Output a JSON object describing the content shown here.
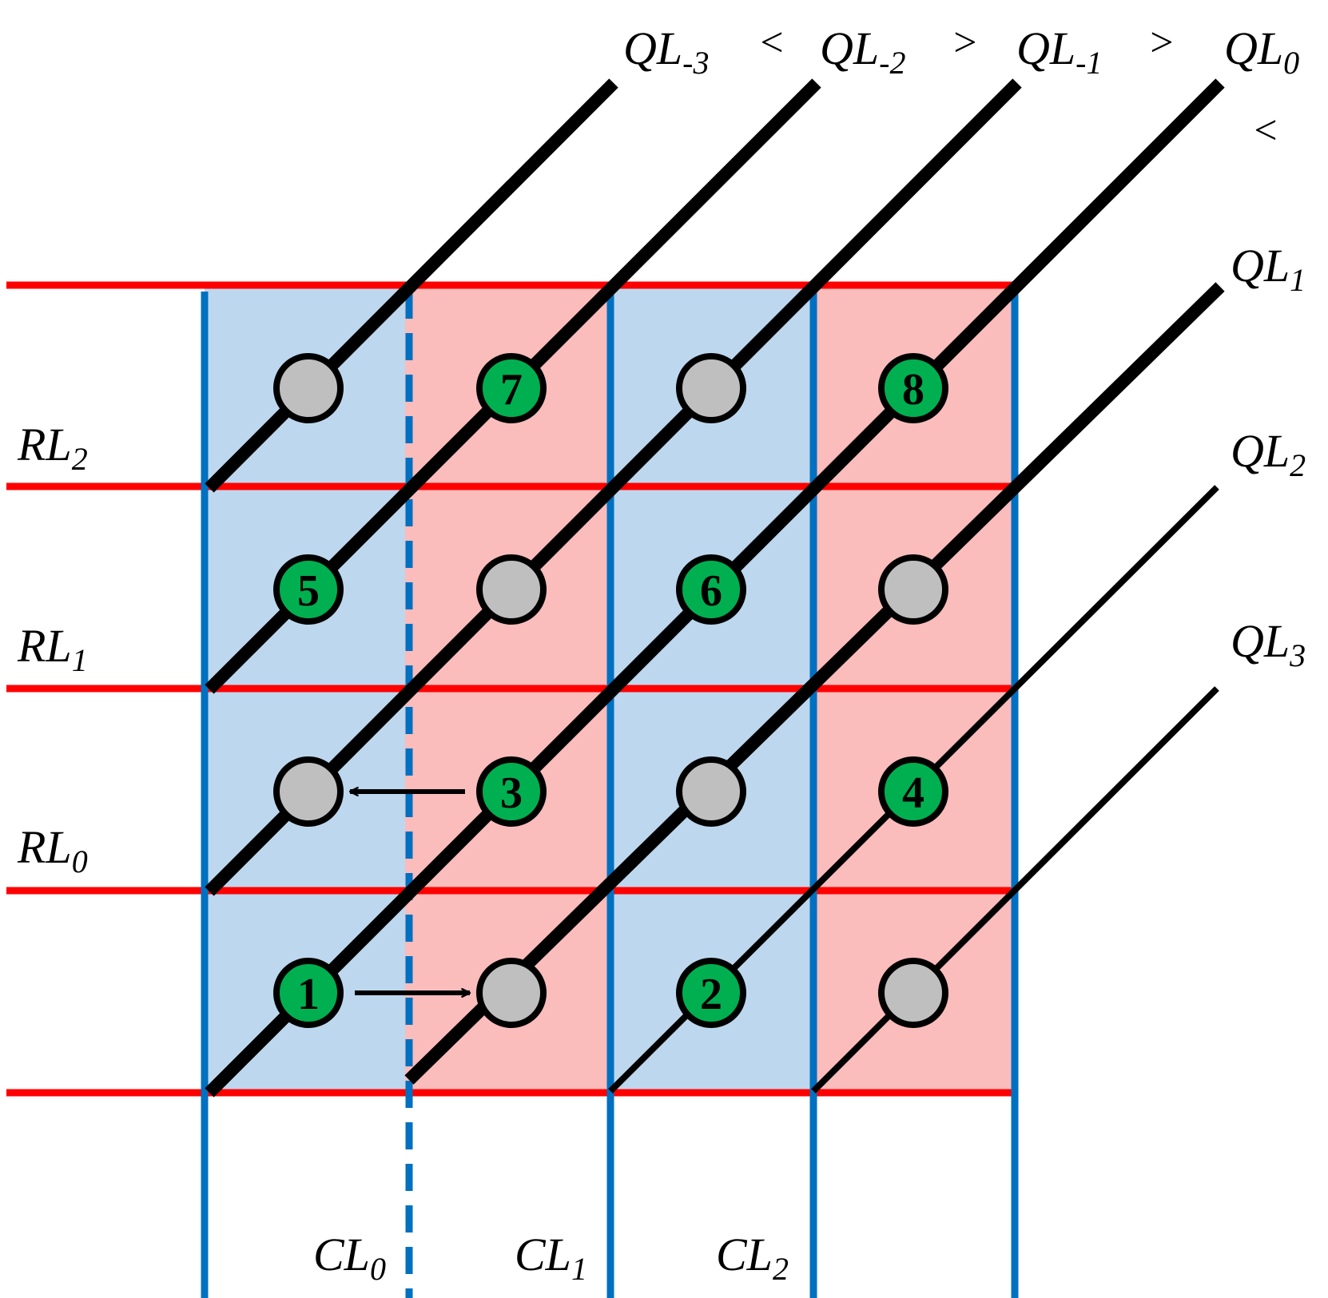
{
  "colors": {
    "row_line": "#ff0000",
    "column_line": "#0070c0",
    "cell_blue": "#bdd7ee",
    "cell_pink": "#fbbcbc",
    "diagonal": "#000000",
    "node_active": "#00b050",
    "node_inactive": "#bfbfbf",
    "node_border": "#000000"
  },
  "row_labels": [
    {
      "main": "RL",
      "sub": "2"
    },
    {
      "main": "RL",
      "sub": "1"
    },
    {
      "main": "RL",
      "sub": "0"
    }
  ],
  "column_labels": [
    {
      "main": "CL",
      "sub": "0"
    },
    {
      "main": "CL",
      "sub": "1"
    },
    {
      "main": "CL",
      "sub": "2"
    }
  ],
  "diagonal_labels": [
    {
      "main": "QL",
      "sub": "-3"
    },
    {
      "main": "QL",
      "sub": "-2"
    },
    {
      "main": "QL",
      "sub": "-1"
    },
    {
      "main": "QL",
      "sub": "0"
    },
    {
      "main": "QL",
      "sub": "1"
    },
    {
      "main": "QL",
      "sub": "2"
    },
    {
      "main": "QL",
      "sub": "3"
    }
  ],
  "comparison_symbols": [
    "<",
    ">",
    ">",
    "<"
  ],
  "nodes": [
    {
      "row": 0,
      "col": 0,
      "label": "1"
    },
    {
      "row": 0,
      "col": 1,
      "label": ""
    },
    {
      "row": 0,
      "col": 2,
      "label": "2"
    },
    {
      "row": 0,
      "col": 3,
      "label": ""
    },
    {
      "row": 1,
      "col": 0,
      "label": ""
    },
    {
      "row": 1,
      "col": 1,
      "label": "3"
    },
    {
      "row": 1,
      "col": 2,
      "label": ""
    },
    {
      "row": 1,
      "col": 3,
      "label": "4"
    },
    {
      "row": 2,
      "col": 0,
      "label": "5"
    },
    {
      "row": 2,
      "col": 1,
      "label": ""
    },
    {
      "row": 2,
      "col": 2,
      "label": "6"
    },
    {
      "row": 2,
      "col": 3,
      "label": ""
    },
    {
      "row": 3,
      "col": 0,
      "label": ""
    },
    {
      "row": 3,
      "col": 1,
      "label": "7"
    },
    {
      "row": 3,
      "col": 2,
      "label": ""
    },
    {
      "row": 3,
      "col": 3,
      "label": "8"
    }
  ],
  "arrows": [
    {
      "from": {
        "row": 0,
        "col": 0
      },
      "to": {
        "row": 0,
        "col": 1
      }
    },
    {
      "from": {
        "row": 1,
        "col": 1
      },
      "to": {
        "row": 1,
        "col": 0
      }
    }
  ]
}
